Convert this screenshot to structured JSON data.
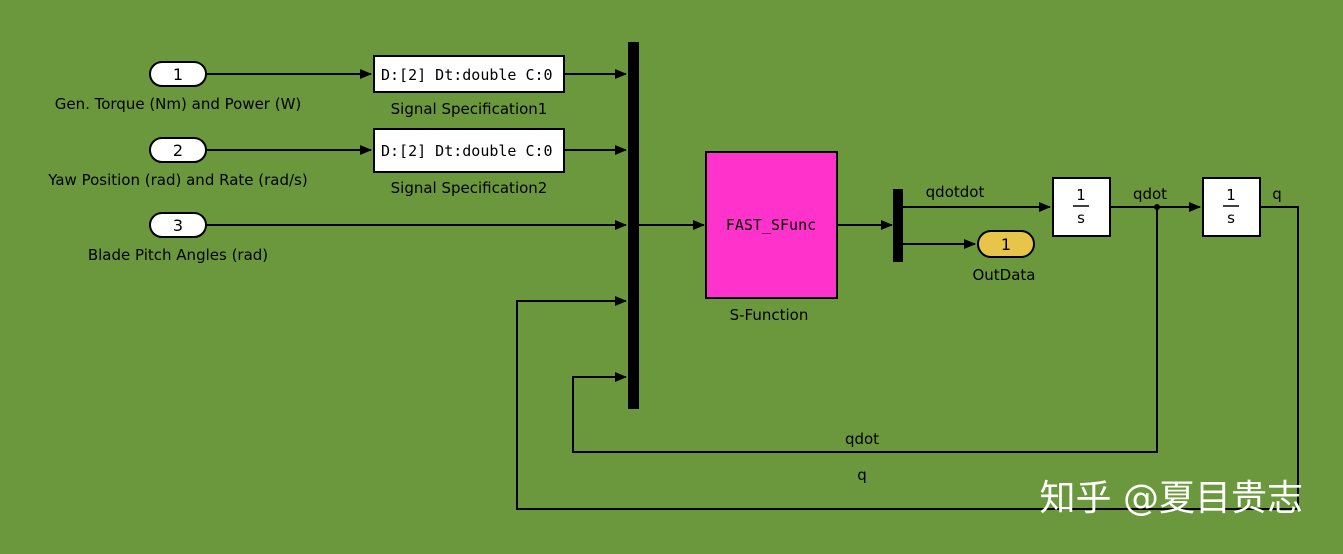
{
  "colors": {
    "background": "#6b983c",
    "sfunction_fill": "#ff33cc",
    "outport_fill": "#e8c44a",
    "block_fill": "#ffffff",
    "line": "#000000"
  },
  "inports": [
    {
      "number": "1",
      "label": "Gen. Torque (Nm) and Power (W)"
    },
    {
      "number": "2",
      "label": "Yaw Position (rad) and Rate (rad/s)"
    },
    {
      "number": "3",
      "label": "Blade Pitch Angles (rad)"
    }
  ],
  "signal_specs": [
    {
      "content": "D:[2] Dt:double C:0",
      "name": "Signal Specification1"
    },
    {
      "content": "D:[2] Dt:double C:0",
      "name": "Signal Specification2"
    }
  ],
  "sfunction": {
    "content": "FAST_SFunc",
    "name": "S-Function"
  },
  "outport": {
    "number": "1",
    "name": "OutData"
  },
  "integrators": [
    {
      "numerator": "1",
      "denominator": "s"
    },
    {
      "numerator": "1",
      "denominator": "s"
    }
  ],
  "signals": {
    "qdotdot": "qdotdot",
    "qdot_top": "qdot",
    "q_top": "q",
    "qdot_feedback": "qdot",
    "q_feedback": "q"
  },
  "watermark": "知乎 @夏目贵志"
}
